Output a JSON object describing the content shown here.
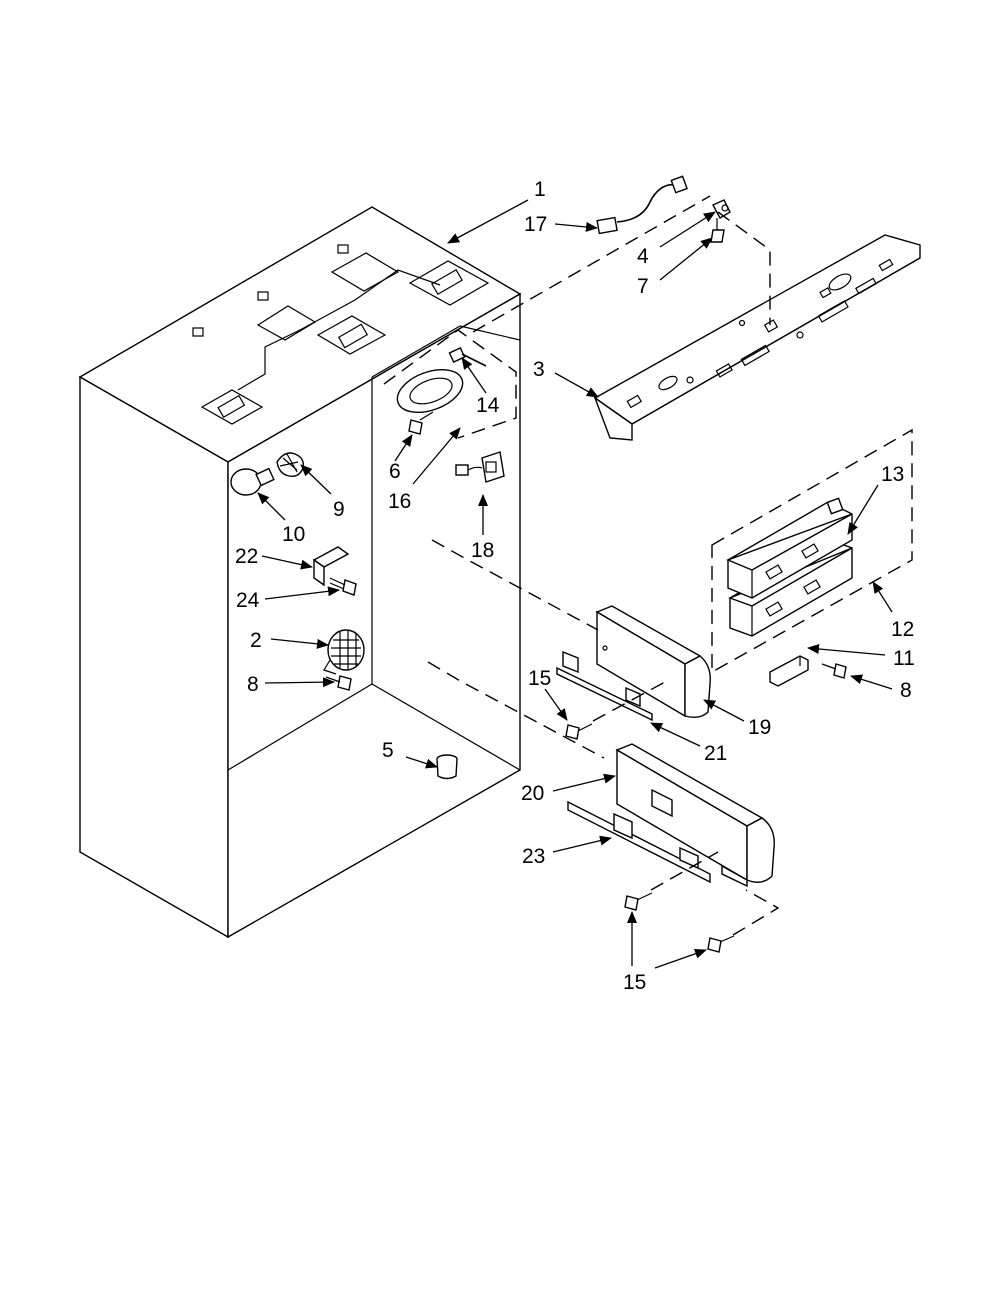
{
  "callouts": {
    "c1": "1",
    "c17": "17",
    "c4": "4",
    "c7": "7",
    "c3": "3",
    "c14": "14",
    "c6": "6",
    "c16": "16",
    "c9": "9",
    "c10": "10",
    "c18": "18",
    "c13": "13",
    "c22": "22",
    "c24": "24",
    "c12": "12",
    "c2": "2",
    "c11": "11",
    "c8a": "8",
    "c8b": "8",
    "c15a": "15",
    "c19": "19",
    "c21": "21",
    "c5": "5",
    "c20": "20",
    "c23": "23",
    "c15b": "15"
  }
}
